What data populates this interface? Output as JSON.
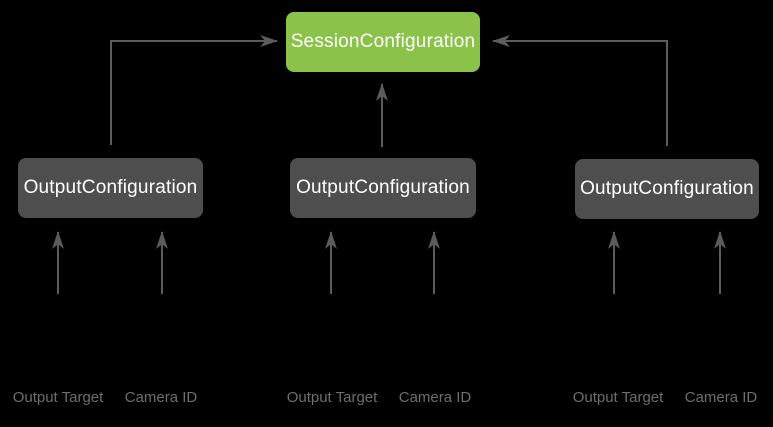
{
  "diagram": {
    "session_box": {
      "label": "SessionConfiguration"
    },
    "output_boxes": [
      {
        "label": "OutputConfiguration",
        "inputs": [
          "Output Target",
          "Camera ID"
        ]
      },
      {
        "label": "OutputConfiguration",
        "inputs": [
          "Output Target",
          "Camera ID"
        ]
      },
      {
        "label": "OutputConfiguration",
        "inputs": [
          "Output Target",
          "Camera ID"
        ]
      }
    ]
  },
  "colors": {
    "background": "#000000",
    "session_box_fill": "#8BC34A",
    "output_box_fill": "#4E4E4E",
    "box_text": "#FFFFFF",
    "arrow": "#5C5C5C",
    "input_label_text": "#6E6E6E"
  }
}
